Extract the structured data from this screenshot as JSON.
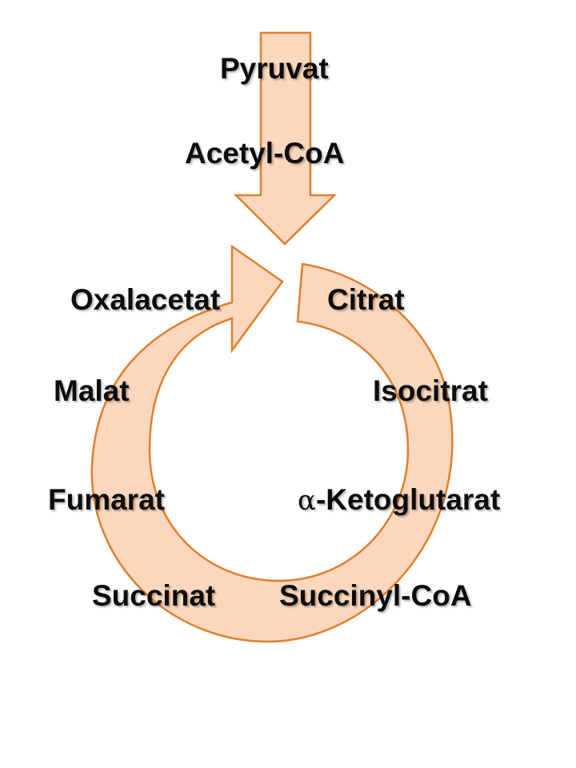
{
  "colors": {
    "fill": "#fad7bd",
    "stroke": "#e07f2e",
    "text": "#0d0d0d"
  },
  "labels": {
    "pyruvat": "Pyruvat",
    "acetyl_coa": "Acetyl-CoA",
    "oxalacetat": "Oxalacetat",
    "citrat": "Citrat",
    "malat": "Malat",
    "isocitrat": "Isocitrat",
    "fumarat": "Fumarat",
    "alpha_symbol": "α",
    "ketoglutarat": "-Ketoglutarat",
    "succinat": "Succinat",
    "succinyl_coa": "Succinyl-CoA"
  }
}
